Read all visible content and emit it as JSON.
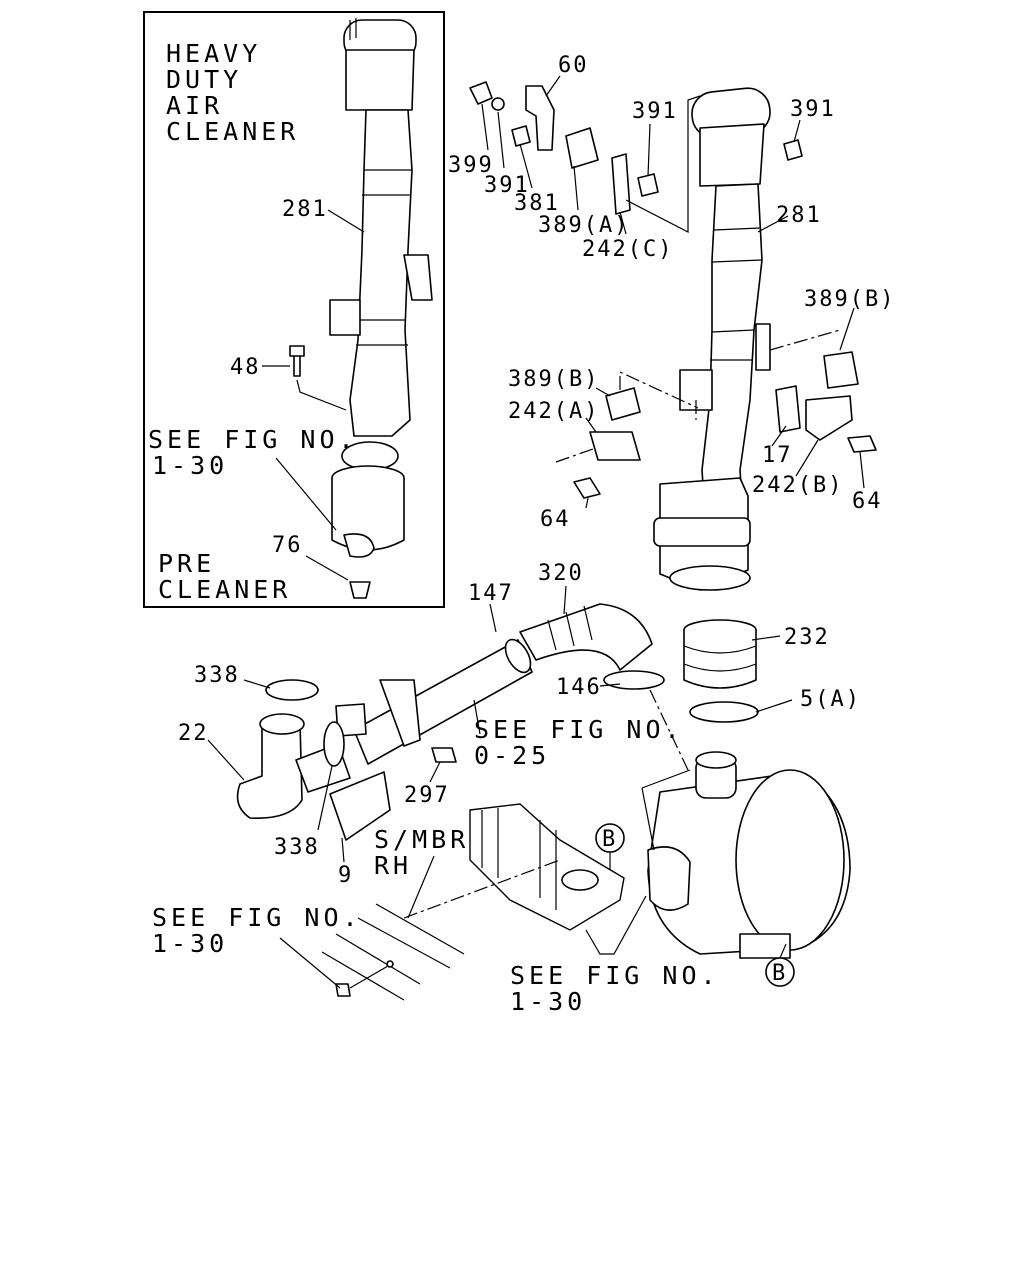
{
  "inset": {
    "title_lines": [
      "HEAVY",
      "DUTY",
      "AIR",
      "CLEANER"
    ],
    "see_fig": [
      "SEE FIG NO.",
      "1-30"
    ],
    "pre_cleaner": [
      "PRE",
      "CLEANER"
    ],
    "callouts": {
      "c281": "281",
      "c48": "48",
      "c76": "76"
    }
  },
  "callouts": {
    "c60": "60",
    "c391_top": "391",
    "c391_right": "391",
    "c399": "399",
    "c391_mid": "391",
    "c381": "381",
    "c389a": "389(A)",
    "c242c": "242(C)",
    "c281": "281",
    "c389b_right": "389(B)",
    "c389b_left": "389(B)",
    "c242a": "242(A)",
    "c17": "17",
    "c242b": "242(B)",
    "c64_left": "64",
    "c64_right": "64",
    "c147": "147",
    "c320": "320",
    "c232": "232",
    "c338_top": "338",
    "c146": "146",
    "c5a": "5(A)",
    "c22": "22",
    "c297": "297",
    "c338_bottom": "338",
    "c9": "9",
    "smbr_1": "S/MBR",
    "smbr_2": "RH",
    "b_marker_1": "B",
    "b_marker_2": "B"
  },
  "see_fig_025": [
    "SEE FIG NO.",
    "0-25"
  ],
  "see_fig_130_left": [
    "SEE FIG NO.",
    "1-30"
  ],
  "see_fig_130_bottom": [
    "SEE FIG NO.",
    "1-30"
  ]
}
